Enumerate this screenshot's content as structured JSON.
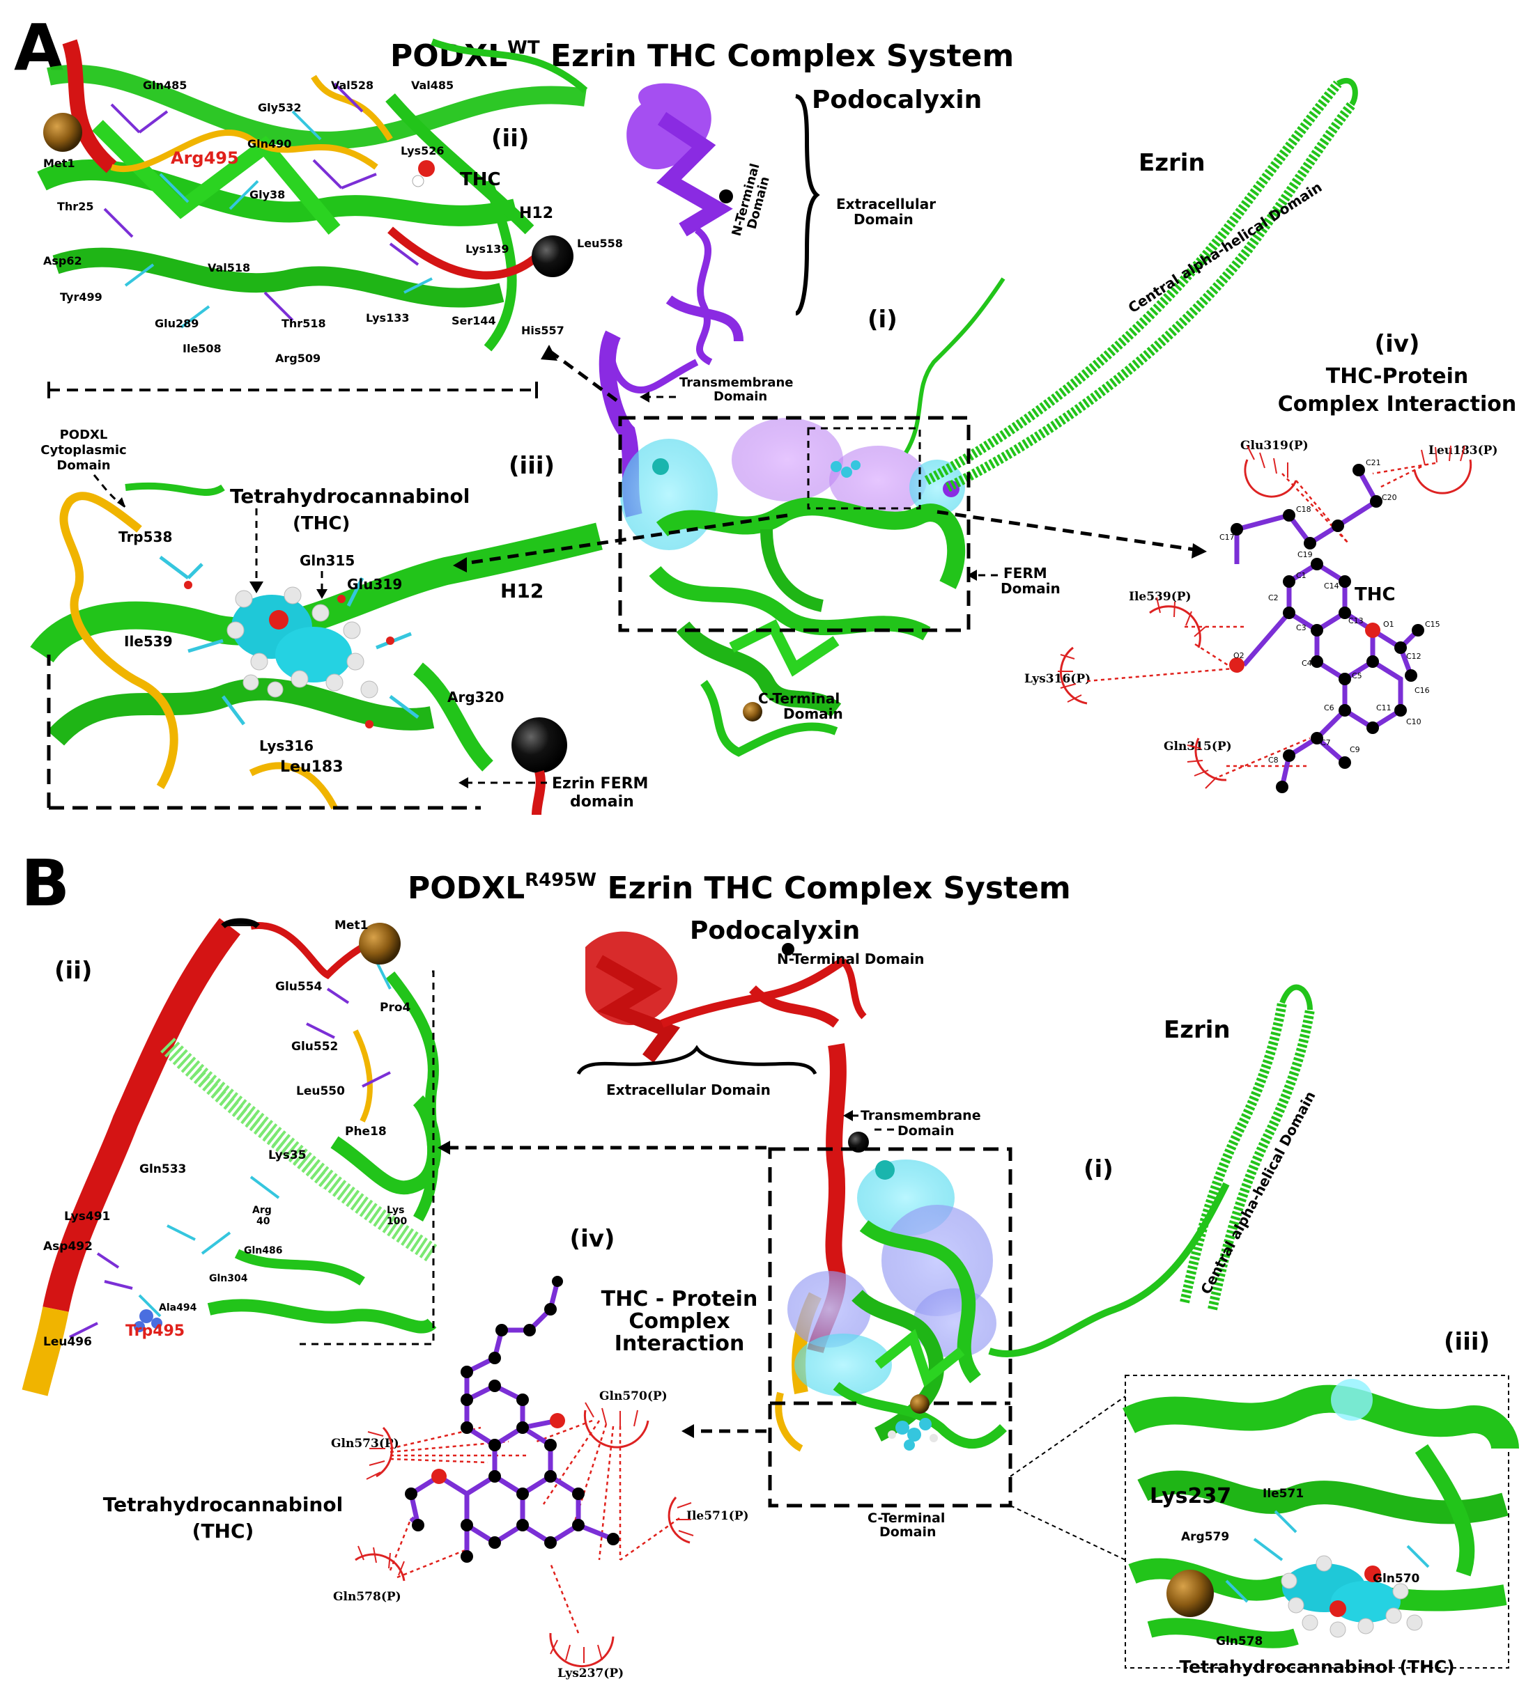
{
  "panel_a": {
    "letter": "A",
    "title_main": "PODXL",
    "title_sup": "WT",
    "title_rest": " Ezrin  THC Complex System",
    "roman_i": "(i)",
    "roman_ii": "(ii)",
    "roman_iii": "(iii)",
    "roman_iv": "(iv)",
    "podocalyxin": "Podocalyxin",
    "ezrin": "Ezrin",
    "n_terminal": "N-Terminal",
    "n_terminal2": "Domain",
    "extracellular": "Extracellular",
    "extracellular2": "Domain",
    "central_helical": "Central alpha-helical Domain",
    "transmembrane": "Transmembrane",
    "transmembrane2": "Domain",
    "ferm": "FERM",
    "ferm2": "Domain",
    "c_terminal": "C-Terminal",
    "c_terminal2": "Domain",
    "inset_ii_residues": [
      "Gln485",
      "Val528",
      "Val485",
      "Gly532",
      "Gln490",
      "Lys526",
      "Met1",
      "Arg495",
      "THC",
      "Gly38",
      "H12",
      "Thr25",
      "Leu558",
      "Lys139",
      "Asp62",
      "Val518",
      "Tyr499",
      "Glu289",
      "Thr518",
      "Lys133",
      "Ser144",
      "His557",
      "Ile508",
      "Arg509"
    ],
    "inset_iii": {
      "podxl": "PODXL",
      "cyto": "Cytoplasmic",
      "cyto2": "Domain",
      "thc_name": "Tetrahydrocannabinol",
      "thc_abbr": "(THC)",
      "trp": "Trp538",
      "gln315": "Gln315",
      "glu319": "Glu319",
      "h12": "H12",
      "ile539": "Ile539",
      "arg320": "Arg320",
      "lys316": "Lys316",
      "leu183": "Leu183",
      "ezrin_ferm": "Ezrin FERM",
      "ezrin_ferm2": "domain"
    },
    "inset_iv": {
      "title1": "THC-Protein",
      "title2": "Complex Interaction",
      "thc": "THC",
      "glu319p": "Glu319(P)",
      "leu183p": "Leu183(P)",
      "ile539p": "Ile539(P)",
      "lys316p": "Lys316(P)",
      "gln315p": "Gln315(P)",
      "atoms": [
        "C21",
        "C20",
        "C18",
        "C19",
        "C17",
        "C1",
        "C14",
        "C2",
        "C13",
        "O1",
        "C15",
        "C3",
        "C12",
        "O2",
        "C4",
        "C5",
        "C16",
        "C6",
        "C11",
        "C10",
        "C7",
        "C9",
        "C8"
      ]
    }
  },
  "panel_b": {
    "letter": "B",
    "title_main": "PODXL",
    "title_sup": "R495W",
    "title_rest": " Ezrin THC Complex System",
    "roman_i": "(i)",
    "roman_ii": "(ii)",
    "roman_iii": "(iii)",
    "roman_iv": "(iv)",
    "podocalyxin": "Podocalyxin",
    "n_terminal": "N-Terminal Domain",
    "extracellular": "Extracellular Domain",
    "ezrin": "Ezrin",
    "central_helical": "Central alpha-helical Domain",
    "transmembrane": "Transmembrane",
    "transmembrane2": "Domain",
    "c_terminal": "C-Terminal",
    "c_terminal2": "Domain",
    "inset_ii_residues": [
      "Met1",
      "Glu554",
      "Pro4",
      "Glu552",
      "Leu550",
      "Phe18",
      "Lys35",
      "Gln533",
      "Lys491",
      "Arg",
      "40",
      "Lys",
      "100",
      "Asp492",
      "Gln486",
      "Gln304",
      "Ala494",
      "Trp495",
      "Leu496"
    ],
    "inset_iv": {
      "title1": "THC - Protein",
      "title2": "Complex",
      "title3": "Interaction",
      "thc_name": "Tetrahydrocannabinol",
      "thc_abbr": "(THC)",
      "gln570p": "Gln570(P)",
      "gln573p": "Gln573(P)",
      "ile571p": "Ile571(P)",
      "gln578p": "Gln578(P)",
      "lys237p": "Lys237(P)"
    },
    "inset_iii": {
      "lys237": "Lys237",
      "ile571": "Ile571",
      "arg579": "Arg579",
      "gln570": "Gln570",
      "gln578": "Gln578",
      "thc": "Tetrahydrocannabinol (THC)"
    }
  },
  "colors": {
    "ezrin_green": "#22c41a",
    "podxl_purple": "#8a2be2",
    "podxl_red": "#d41414",
    "cyto_yellow": "#f0b400",
    "surface_cyan": "#5fe0f0",
    "label_red": "#e0201b"
  }
}
